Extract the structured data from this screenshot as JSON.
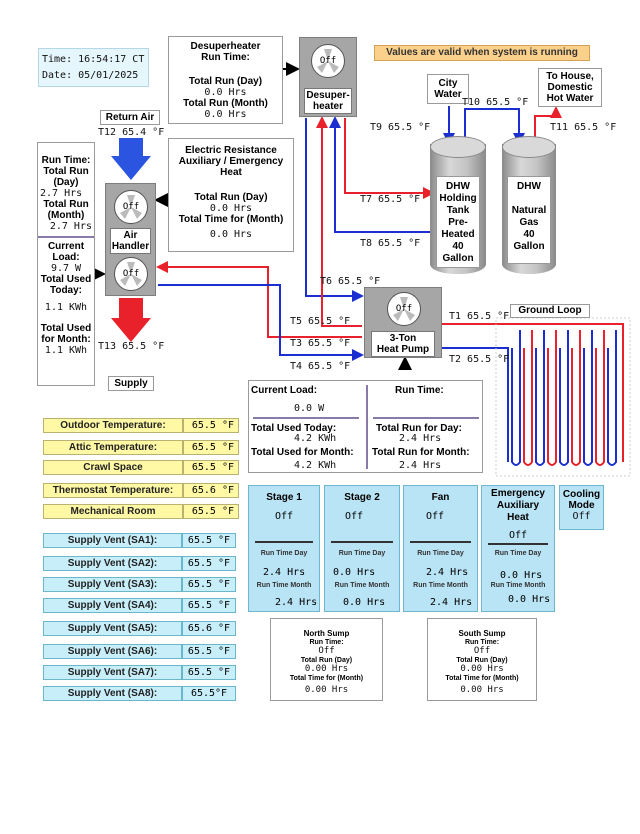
{
  "clock": {
    "time": "Time: 16:54:17 CT",
    "date": "Date: 05/01/2025"
  },
  "notice": "Values are valid when system is running",
  "desuperheater": {
    "title_line1": "Desuperheater",
    "title_line2": "Run Time:",
    "total_day_label": "Total Run (Day)",
    "total_day_value": "0.0 Hrs",
    "total_month_label": "Total Run (Month)",
    "total_month_value": "0.0 Hrs",
    "unit_label_line1": "Desuper-",
    "unit_label_line2": "heater",
    "fan_state": "Off"
  },
  "city_water": {
    "line1": "City",
    "line2": "Water"
  },
  "to_house": {
    "line1": "To House,",
    "line2": "Domestic",
    "line3": "Hot Water"
  },
  "temps": {
    "T10": "T10  65.5 °F",
    "T11": "T11  65.5 °F",
    "T9": "T9  65.5 °F",
    "T7": "T7  65.5 °F",
    "T8": "T8  65.5 °F",
    "T6": "T6  65.5 °F",
    "T5": "T5  65.5 °F",
    "T3": "T3  65.5 °F",
    "T4": "T4  65.5 °F",
    "T1": "T1  65.5 °F",
    "T2": "T2  65.5 °F",
    "T12": "T12  65.4 °F",
    "T13": "T13  65.5 °F"
  },
  "tanks": {
    "holding": {
      "line1": "DHW",
      "line2": "Holding",
      "line3": "Tank",
      "line4": "Pre-",
      "line5": "Heated",
      "line6": "40",
      "line7": "Gallon"
    },
    "gas": {
      "line1": "DHW",
      "line2": "",
      "line3": "Natural",
      "line4": "Gas",
      "line5": "40",
      "line6": "Gallon"
    }
  },
  "return_air": "Return Air",
  "supply": "Supply",
  "air_handler": {
    "label_line1": "Air",
    "label_line2": "Handler",
    "fan_top_state": "Off",
    "fan_bottom_state": "Off",
    "run_time_label": "Run Time:",
    "total_day_label_1": "Total Run",
    "total_day_label_2": "(Day)",
    "total_day_value": "2.7 Hrs",
    "total_month_label_1": "Total Run",
    "total_month_label_2": "(Month)",
    "total_month_value": "2.7 Hrs",
    "current_load_label_1": "Current",
    "current_load_label_2": "Load:",
    "current_load_value": "9.7 W",
    "used_today_label_1": "Total Used",
    "used_today_label_2": "Today:",
    "used_today_value": "1.1 KWh",
    "used_month_label_1": "Total Used",
    "used_month_label_2": "for Month:",
    "used_month_value": "1.1 KWh"
  },
  "electric_heat": {
    "title_line1": "Electric Resistance",
    "title_line2": "Auxiliary / Emergency",
    "title_line3": "Heat",
    "total_day_label": "Total Run (Day)",
    "total_day_value": "0.0 Hrs",
    "total_month_label": "Total Time for (Month)",
    "total_month_value": "0.0 Hrs"
  },
  "heat_pump": {
    "label_line1": "3-Ton",
    "label_line2": "Heat Pump",
    "fan_state": "Off"
  },
  "ground_loop": "Ground Loop",
  "hp_stats": {
    "current_load_label": "Current Load:",
    "current_load_value": "0.0 W",
    "run_time_label": "Run Time:",
    "used_today_label": "Total Used Today:",
    "used_today_value": "4.2 KWh",
    "used_month_label": "Total Used for Month:",
    "used_month_value": "4.2 KWh",
    "run_day_label": "Total Run for Day:",
    "run_day_value": "2.4 Hrs",
    "run_month_label": "Total Run for Month:",
    "run_month_value": "2.4 Hrs"
  },
  "sensors": [
    {
      "label": "Outdoor Temperature:",
      "value": "65.5 °F"
    },
    {
      "label": "Attic Temperature:",
      "value": "65.5 °F"
    },
    {
      "label": "Crawl Space",
      "value": "65.5 °F"
    },
    {
      "label": "Thermostat Temperature:",
      "value": "65.6 °F"
    },
    {
      "label": "Mechanical Room",
      "value": "65.5 °F"
    }
  ],
  "vents": [
    {
      "label": "Supply Vent (SA1):",
      "value": "65.5 °F"
    },
    {
      "label": "Supply Vent (SA2):",
      "value": "65.5 °F"
    },
    {
      "label": "Supply Vent (SA3):",
      "value": "65.5 °F"
    },
    {
      "label": "Supply Vent (SA4):",
      "value": "65.5 °F"
    },
    {
      "label": "Supply Vent (SA5):",
      "value": "65.6 °F"
    },
    {
      "label": "Supply Vent (SA6):",
      "value": "65.5 °F"
    },
    {
      "label": "Supply Vent (SA7):",
      "value": "65.5 °F"
    },
    {
      "label": "Supply Vent (SA8):",
      "value": "65.5°F"
    }
  ],
  "stages": [
    {
      "title_1": "Stage 1",
      "title_2": "",
      "title_3": "",
      "state": "Off",
      "run_day_label": "Run Time Day",
      "run_day": "2.4 Hrs",
      "run_month_label": "Run Time Month",
      "run_month": "2.4 Hrs"
    },
    {
      "title_1": "Stage 2",
      "title_2": "",
      "title_3": "",
      "state": "Off",
      "run_day_label": "Run Time Day",
      "run_day": "0.0 Hrs",
      "run_month_label": "Run Time Month",
      "run_month": "0.0 Hrs"
    },
    {
      "title_1": "Fan",
      "title_2": "",
      "title_3": "",
      "state": "Off",
      "run_day_label": "Run Time Day",
      "run_day": "2.4 Hrs",
      "run_month_label": "Run Time Month",
      "run_month": "2.4 Hrs"
    },
    {
      "title_1": "Emergency",
      "title_2": "Auxiliary",
      "title_3": "Heat",
      "state": "Off",
      "run_day_label": "Run Time Day",
      "run_day": "0.0 Hrs",
      "run_month_label": "Run Time Month",
      "run_month": "0.0 Hrs"
    }
  ],
  "cooling_mode": {
    "line1": "Cooling",
    "line2": "Mode",
    "state": "Off"
  },
  "north_sump": {
    "title": "North Sump",
    "run_time_label": "Run Time:",
    "state": "Off",
    "day_label": "Total Run (Day)",
    "day_value": "0.00 Hrs",
    "month_label": "Total Time for (Month)",
    "month_value": "0.00 Hrs"
  },
  "south_sump": {
    "title": "South Sump",
    "run_time_label": "Run Time:",
    "state": "Off",
    "day_label": "Total Run (Day)",
    "day_value": "0.00 Hrs",
    "month_label": "Total Time for (Month)",
    "month_value": "0.00 Hrs"
  },
  "colors": {
    "hot": "#e8212a",
    "cold": "#1b2fd0",
    "panel_yellow": "#fff9a6",
    "panel_cyan": "#c7eef9",
    "stage_blue": "#b9e4f5",
    "notice_orange": "#fbd08a"
  }
}
